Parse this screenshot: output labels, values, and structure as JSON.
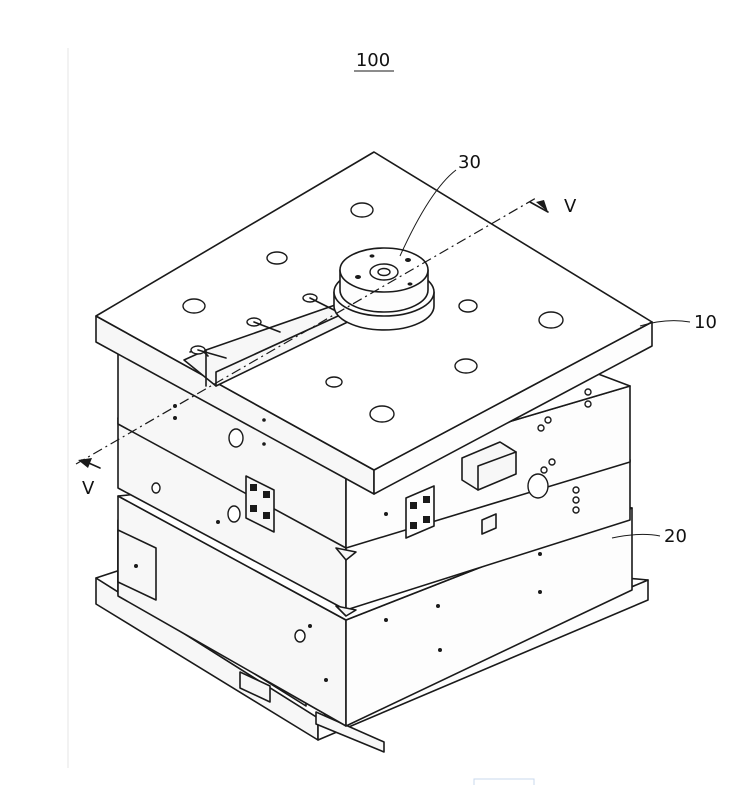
{
  "figure": {
    "assembly_label": "100",
    "labels": {
      "top_plate": "10",
      "lower_body": "20",
      "sprue_bushing": "30",
      "section_upper": "V",
      "section_lower": "V"
    }
  }
}
